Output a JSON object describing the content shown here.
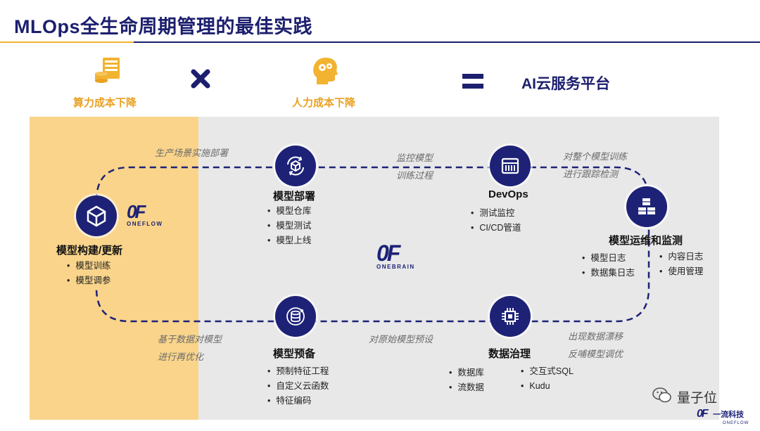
{
  "title": "MLOps全生命周期管理的最佳实践",
  "formula": {
    "left_label": "算力成本下降",
    "left_icon": "server-coin-icon",
    "operator_times": "✖",
    "middle_label": "人力成本下降",
    "middle_icon": "head-gears-icon",
    "operator_equals": "=",
    "result": "AI云服务平台"
  },
  "nodes": {
    "build": {
      "title": "模型构建/更新",
      "icon": "cube-icon",
      "items": [
        "模型训练",
        "模型调参"
      ]
    },
    "deploy": {
      "title": "模型部署",
      "icon": "cube-cycle-icon",
      "items": [
        "模型仓库",
        "模型测试",
        "模型上线"
      ]
    },
    "devops": {
      "title": "DevOps",
      "icon": "server-rack-icon",
      "items": [
        "测试监控",
        "CI/CD管道"
      ]
    },
    "monitor": {
      "title": "模型运维和监测",
      "icon": "stacked-cubes-icon",
      "items_left": [
        "模型日志",
        "数据集日志"
      ],
      "items_right": [
        "内容日志",
        "使用管理"
      ]
    },
    "prep": {
      "title": "模型预备",
      "icon": "database-icon",
      "items": [
        "预制特征工程",
        "自定义云函数",
        "特征编码"
      ]
    },
    "governance": {
      "title": "数据治理",
      "icon": "chip-icon",
      "items_left": [
        "数据库",
        "流数据"
      ],
      "items_right": [
        "交互式SQL",
        "Kudu"
      ]
    }
  },
  "edges": {
    "build_to_deploy": "生产场景实施部署",
    "deploy_to_devops": [
      "监控模型",
      "训练过程"
    ],
    "devops_to_monitor": [
      "对整个模型训练",
      "进行跟踪检测"
    ],
    "monitor_to_governance": [
      "出现数据漂移",
      "反哺模型调优"
    ],
    "governance_to_prep": "对原始模型预设",
    "prep_to_build": [
      "基于数据对模型",
      "进行再优化"
    ]
  },
  "logos": {
    "oneflow": {
      "mark": "0F",
      "text": "ONEFLOW"
    },
    "onebrain": {
      "mark": "0F",
      "text": "ONEBRAIN"
    },
    "watermark": "量子位",
    "footer_mark": "0F",
    "footer_text": "一流科技",
    "footer_sub": "ONEFLOW"
  },
  "colors": {
    "navy": "#1d2277",
    "gold": "#f2b330",
    "panel_gold": "#f9d48a",
    "panel_gray": "#e8e8e8"
  }
}
